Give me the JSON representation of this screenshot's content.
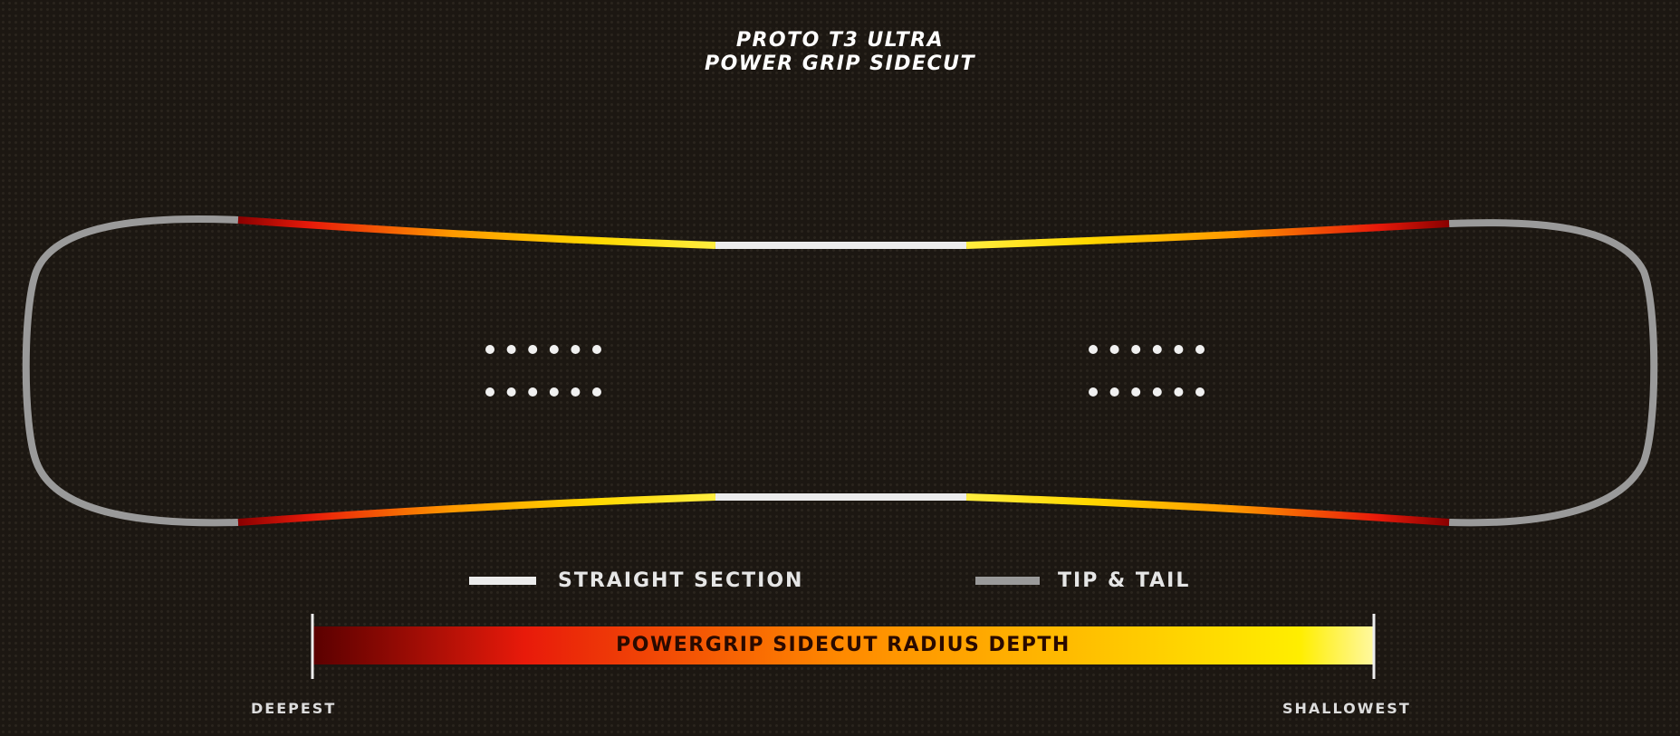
{
  "title": {
    "line1": "PROTO T3 ULTRA",
    "line2": "POWER GRIP SIDECUT"
  },
  "legend": {
    "straight_section": "STRAIGHT SECTION",
    "tip_tail": "TIP & TAIL"
  },
  "depth_scale": {
    "label": "POWERGRIP SIDECUT RADIUS DEPTH",
    "min_label": "DEEPEST",
    "max_label": "SHALLOWEST"
  },
  "colors": {
    "deep": "#6a0000",
    "red": "#e81a0a",
    "orange": "#ff8a00",
    "yellow": "#ffe600",
    "pale": "#fff8a0",
    "straight": "#ececec",
    "tip_tail": "#9a9a9a"
  }
}
